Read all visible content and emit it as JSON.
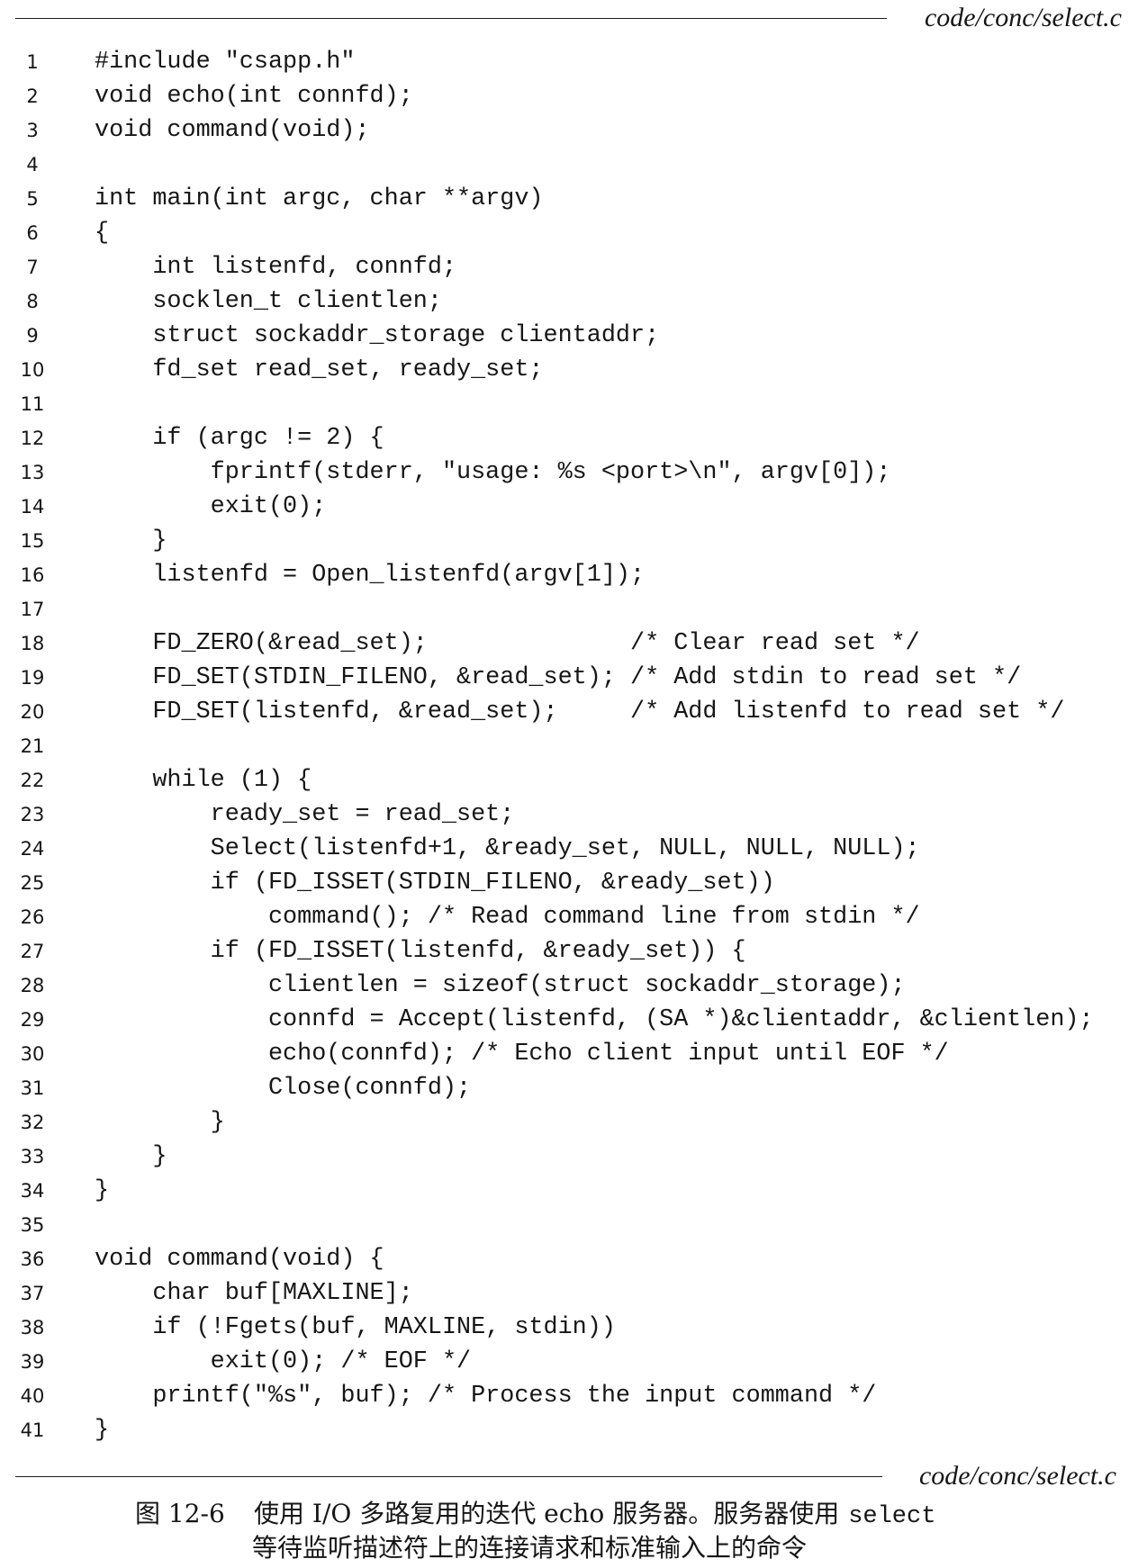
{
  "header": {
    "file_path": "code/conc/select.c"
  },
  "listing": {
    "lines": [
      {
        "num": "1",
        "code": "#include \"csapp.h\""
      },
      {
        "num": "2",
        "code": "void echo(int connfd);"
      },
      {
        "num": "3",
        "code": "void command(void);"
      },
      {
        "num": "4",
        "code": ""
      },
      {
        "num": "5",
        "code": "int main(int argc, char **argv)"
      },
      {
        "num": "6",
        "code": "{"
      },
      {
        "num": "7",
        "code": "    int listenfd, connfd;"
      },
      {
        "num": "8",
        "code": "    socklen_t clientlen;"
      },
      {
        "num": "9",
        "code": "    struct sockaddr_storage clientaddr;"
      },
      {
        "num": "10",
        "code": "    fd_set read_set, ready_set;"
      },
      {
        "num": "11",
        "code": ""
      },
      {
        "num": "12",
        "code": "    if (argc != 2) {"
      },
      {
        "num": "13",
        "code": "        fprintf(stderr, \"usage: %s <port>\\n\", argv[0]);"
      },
      {
        "num": "14",
        "code": "        exit(0);"
      },
      {
        "num": "15",
        "code": "    }"
      },
      {
        "num": "16",
        "code": "    listenfd = Open_listenfd(argv[1]);"
      },
      {
        "num": "17",
        "code": ""
      },
      {
        "num": "18",
        "code": "    FD_ZERO(&read_set);              /* Clear read set */"
      },
      {
        "num": "19",
        "code": "    FD_SET(STDIN_FILENO, &read_set); /* Add stdin to read set */"
      },
      {
        "num": "20",
        "code": "    FD_SET(listenfd, &read_set);     /* Add listenfd to read set */"
      },
      {
        "num": "21",
        "code": ""
      },
      {
        "num": "22",
        "code": "    while (1) {"
      },
      {
        "num": "23",
        "code": "        ready_set = read_set;"
      },
      {
        "num": "24",
        "code": "        Select(listenfd+1, &ready_set, NULL, NULL, NULL);"
      },
      {
        "num": "25",
        "code": "        if (FD_ISSET(STDIN_FILENO, &ready_set))"
      },
      {
        "num": "26",
        "code": "            command(); /* Read command line from stdin */"
      },
      {
        "num": "27",
        "code": "        if (FD_ISSET(listenfd, &ready_set)) {"
      },
      {
        "num": "28",
        "code": "            clientlen = sizeof(struct sockaddr_storage);"
      },
      {
        "num": "29",
        "code": "            connfd = Accept(listenfd, (SA *)&clientaddr, &clientlen);"
      },
      {
        "num": "30",
        "code": "            echo(connfd); /* Echo client input until EOF */"
      },
      {
        "num": "31",
        "code": "            Close(connfd);"
      },
      {
        "num": "32",
        "code": "        }"
      },
      {
        "num": "33",
        "code": "    }"
      },
      {
        "num": "34",
        "code": "}"
      },
      {
        "num": "35",
        "code": ""
      },
      {
        "num": "36",
        "code": "void command(void) {"
      },
      {
        "num": "37",
        "code": "    char buf[MAXLINE];"
      },
      {
        "num": "38",
        "code": "    if (!Fgets(buf, MAXLINE, stdin))"
      },
      {
        "num": "39",
        "code": "        exit(0); /* EOF */"
      },
      {
        "num": "40",
        "code": "    printf(\"%s\", buf); /* Process the input command */"
      },
      {
        "num": "41",
        "code": "}"
      }
    ]
  },
  "footer": {
    "file_path": "code/conc/select.c"
  },
  "caption": {
    "figure_label": "图 12-6",
    "line1_text": "使用 I/O 多路复用的迭代 echo 服务器。服务器使用",
    "line1_code": "select",
    "line2_text": "等待监听描述符上的连接请求和标准输入上的命令"
  }
}
